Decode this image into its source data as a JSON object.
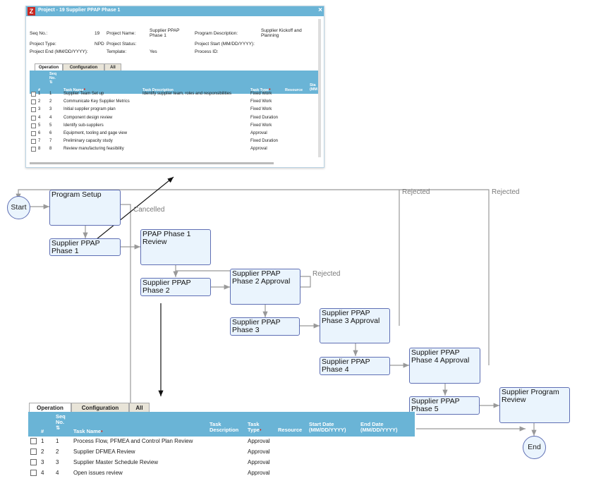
{
  "window": {
    "logo": "Z",
    "title": "Project - 19 Supplier PPAP Phase 1",
    "close": "×",
    "fields": {
      "seq_no_label": "Seq No.:",
      "seq_no_value": "19",
      "project_name_label": "Project Name:",
      "project_name_value": "Supplier PPAP Phase 1",
      "program_desc_label": "Program Description:",
      "program_desc_value": "Supplier Kickoff and Planning",
      "project_type_label": "Project Type:",
      "project_type_value": "NPD",
      "project_status_label": "Project Status:",
      "project_start_label": "Project Start (MM/DD/YYYY):",
      "project_end_label": "Project End (MM/DD/YYYY):",
      "template_label": "Template:",
      "template_value": "Yes",
      "process_id_label": "Process ID:"
    },
    "tabs": [
      "Operation",
      "Configuration",
      "All"
    ],
    "headers": {
      "num": "#",
      "seq": "Seq\nNo.\n⇅",
      "task_name": "Task Name",
      "task_desc": "Task Description",
      "task_type": "Task Type",
      "resource": "Resource",
      "start": "Sta\n(MM"
    },
    "rows": [
      {
        "n": "1",
        "seq": "1",
        "name": "Supplier Team Set up",
        "desc": "Identify supplier team, roles and responsibilities",
        "type": "Fixed Work"
      },
      {
        "n": "2",
        "seq": "2",
        "name": "Communicate Key Supplier Metrics",
        "desc": "",
        "type": "Fixed Work"
      },
      {
        "n": "3",
        "seq": "3",
        "name": "Initial supplier program plan",
        "desc": "",
        "type": "Fixed Work"
      },
      {
        "n": "4",
        "seq": "4",
        "name": "Component design review",
        "desc": "",
        "type": "Fixed Duration"
      },
      {
        "n": "5",
        "seq": "5",
        "name": "Identify sub-suppliers",
        "desc": "",
        "type": "Fixed Work"
      },
      {
        "n": "6",
        "seq": "6",
        "name": "Equipment, tooling and gage view",
        "desc": "",
        "type": "Approval"
      },
      {
        "n": "7",
        "seq": "7",
        "name": "Preliminary capacity study",
        "desc": "",
        "type": "Fixed Duration"
      },
      {
        "n": "8",
        "seq": "8",
        "name": "Review manufacturing feasibility",
        "desc": "",
        "type": "Approval"
      }
    ]
  },
  "workflow": {
    "start": "Start",
    "end": "End",
    "nodes": {
      "program_setup": "Program Setup",
      "supplier_ppap_1": "Supplier PPAP\nPhase 1",
      "ppap_1_review": "PPAP Phase 1\nReview",
      "supplier_ppap_2": "Supplier PPAP\nPhase 2",
      "supplier_ppap_2_approval": "Supplier PPAP\nPhase 2 Approval",
      "supplier_ppap_3": "Supplier PPAP\nPhase 3",
      "supplier_ppap_3_approval": "Supplier PPAP\nPhase 3 Approval",
      "supplier_ppap_4": "Supplier PPAP\nPhase 4",
      "supplier_ppap_4_approval": "Supplier PPAP\nPhase 4 Approval",
      "supplier_ppap_5": "Supplier PPAP\nPhase 5",
      "supplier_program_review": "Supplier Program\nReview"
    },
    "labels": {
      "cancelled": "Cancelled",
      "rejected_1": "Rejected",
      "rejected_2": "Rejected",
      "rejected_3": "Rejected"
    }
  },
  "panel": {
    "tabs": [
      "Operation",
      "Configuration",
      "All"
    ],
    "headers": {
      "num": "#",
      "seq": "Seq\nNo.\n⇅",
      "task_name": "Task Name",
      "task_desc": "Task\nDescription",
      "task_type": "Task\nType",
      "resource": "Resource",
      "start": "Start Date\n(MM/DD/YYYY)",
      "end": "End Date\n(MM/DD/YYYY)"
    },
    "rows": [
      {
        "n": "1",
        "seq": "1",
        "name": "Process Flow, PFMEA and Control Plan Review",
        "type": "Approval"
      },
      {
        "n": "2",
        "seq": "2",
        "name": "Supplier DFMEA Review",
        "type": "Approval"
      },
      {
        "n": "3",
        "seq": "3",
        "name": "Supplier Master Schedule Review",
        "type": "Approval"
      },
      {
        "n": "4",
        "seq": "4",
        "name": "Open issues review",
        "type": "Approval"
      }
    ]
  },
  "colors": {
    "header_blue": "#6ab4d6",
    "node_border": "#5f6fb4",
    "node_fill": "#eaf4fd",
    "logo_red": "#c82822"
  }
}
